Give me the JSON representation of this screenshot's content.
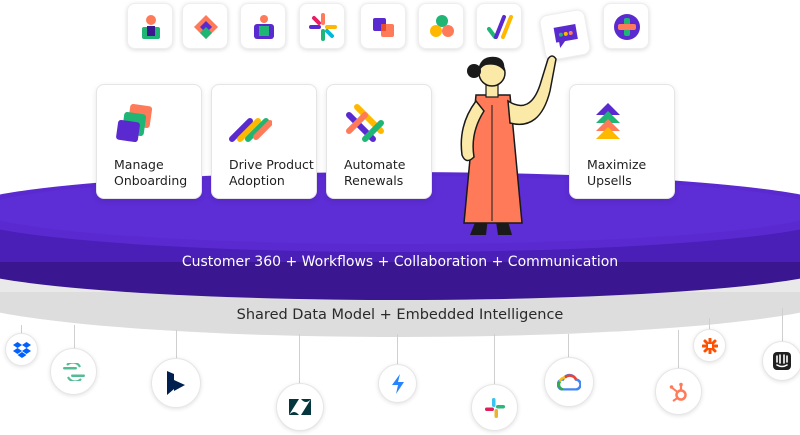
{
  "top_icons": [
    "person-badge-icon",
    "diamond-logo-icon",
    "person-square-icon",
    "asterisk-logo-icon",
    "stacked-squares-icon",
    "three-dots-icon",
    "check-slash-icon",
    "chat-bubble-icon",
    "plus-circle-icon"
  ],
  "cards": [
    {
      "label": "Manage\nOnboarding",
      "icon": "onboarding-squares-icon"
    },
    {
      "label": "Drive Product\nAdoption",
      "icon": "adoption-stripes-icon"
    },
    {
      "label": "Automate\nRenewals",
      "icon": "renewals-frame-icon"
    },
    {
      "label": "Maximize\nUpsells",
      "icon": "upsells-arrows-icon"
    }
  ],
  "platform": {
    "top_band": "Customer 360 + Workflows + Collaboration + Communication",
    "base_band": "Shared Data Model + Embedded Intelligence"
  },
  "integrations": [
    "dropbox-icon",
    "segment-icon",
    "dynamics-icon",
    "zendesk-icon",
    "jira-icon",
    "slack-icon",
    "google-cloud-icon",
    "hubspot-icon",
    "zapier-icon",
    "intercom-icon"
  ],
  "colors": {
    "platform_purple": "#4a1fb8",
    "platform_dark": "#3a1690",
    "base_gray": "#ececec",
    "accent_orange": "#ff7a59",
    "figure_skin": "#fbe9a8"
  }
}
